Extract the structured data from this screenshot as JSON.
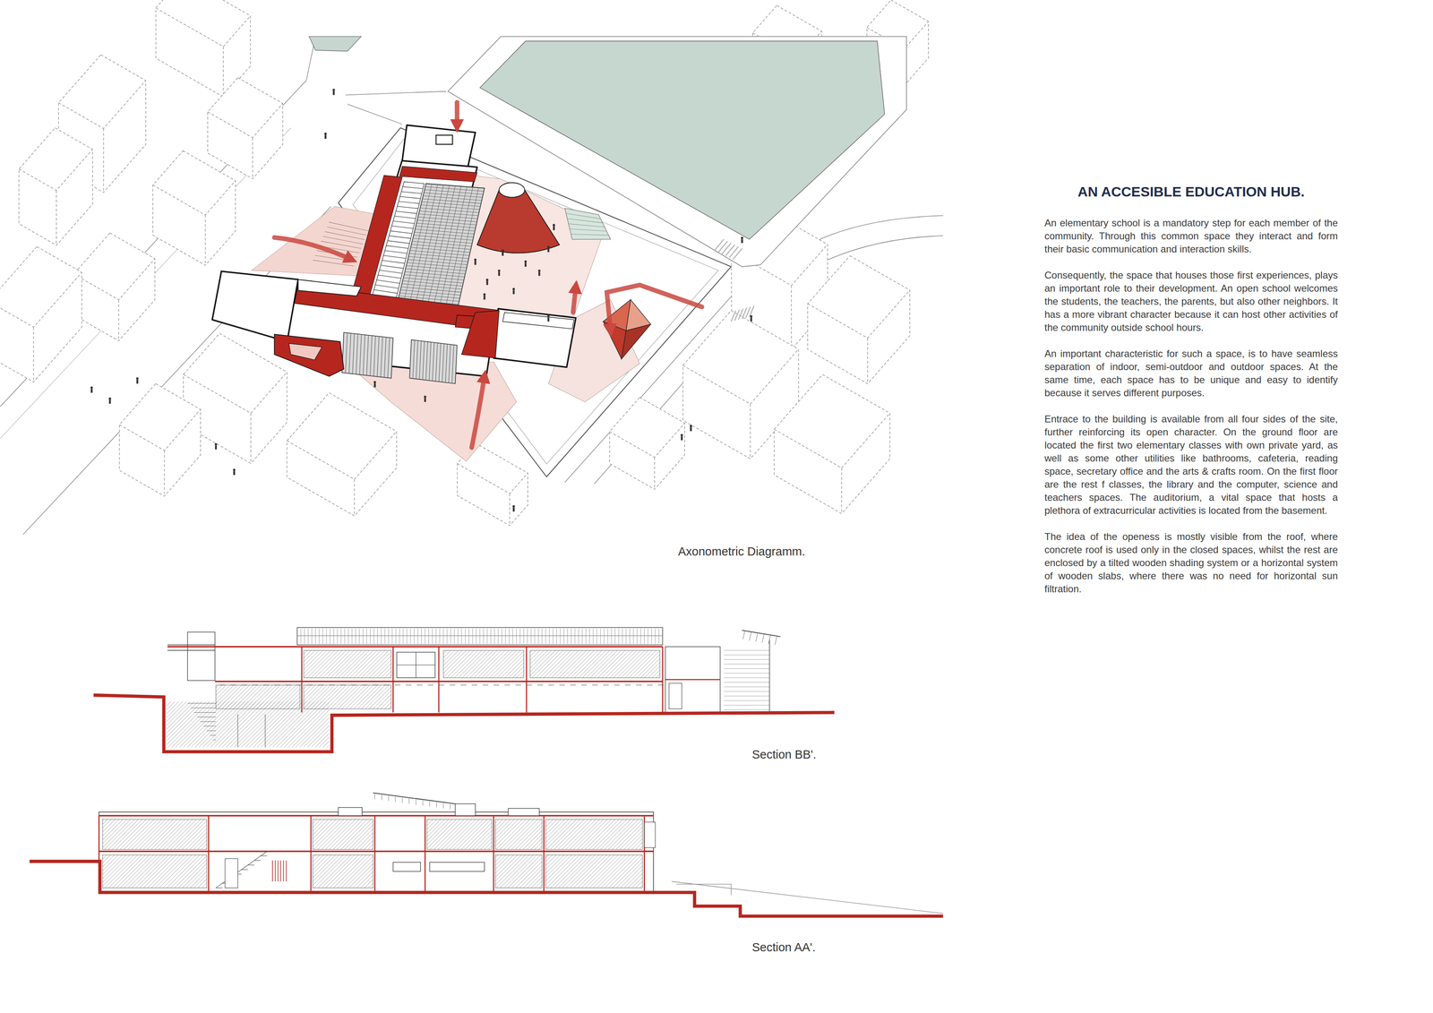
{
  "diagram": {
    "title": "AN ACCESIBLE EDUCATION HUB.",
    "labels": [
      "An elementary school is a mandatory step for each member of the community. Through this common space they interact and form their basic communication and interaction skills.",
      "Consequently, the space that houses those first experiences, plays an important role to their development. An open school welcomes the students, the teachers, the parents, but also other neighbors. It has a more vibrant character because it can host other activities of the community outside school hours.",
      "An important characteristic for such a space, is to have seamless separation of indoor, semi-outdoor and outdoor spaces. At the same time, each space has to be unique and easy to identify because it serves different purposes.",
      "Entrace to the building is available from all four sides of the site, further reinforcing its open character. On the ground floor are located the first two elementary classes with own private yard, as well as some other utilities like bathrooms, cafeteria, reading space, secretary office and the arts & crafts room. On the first floor are the rest f classes, the library and the computer, science and teachers spaces. The auditorium, a vital space that hosts a plethora of extracurricular activities is located from the basement.",
      "The idea of the openess is mostly visible from the roof, where concrete roof is used only in the closed spaces, whilst the rest are enclosed by a tilted wooden shading system or a horizontal system of wooden slabs, where there was no need for horizontal sun filtration.",
      "Axonometric Diagramm.",
      "Section BB'.",
      "Section AA'."
    ]
  }
}
